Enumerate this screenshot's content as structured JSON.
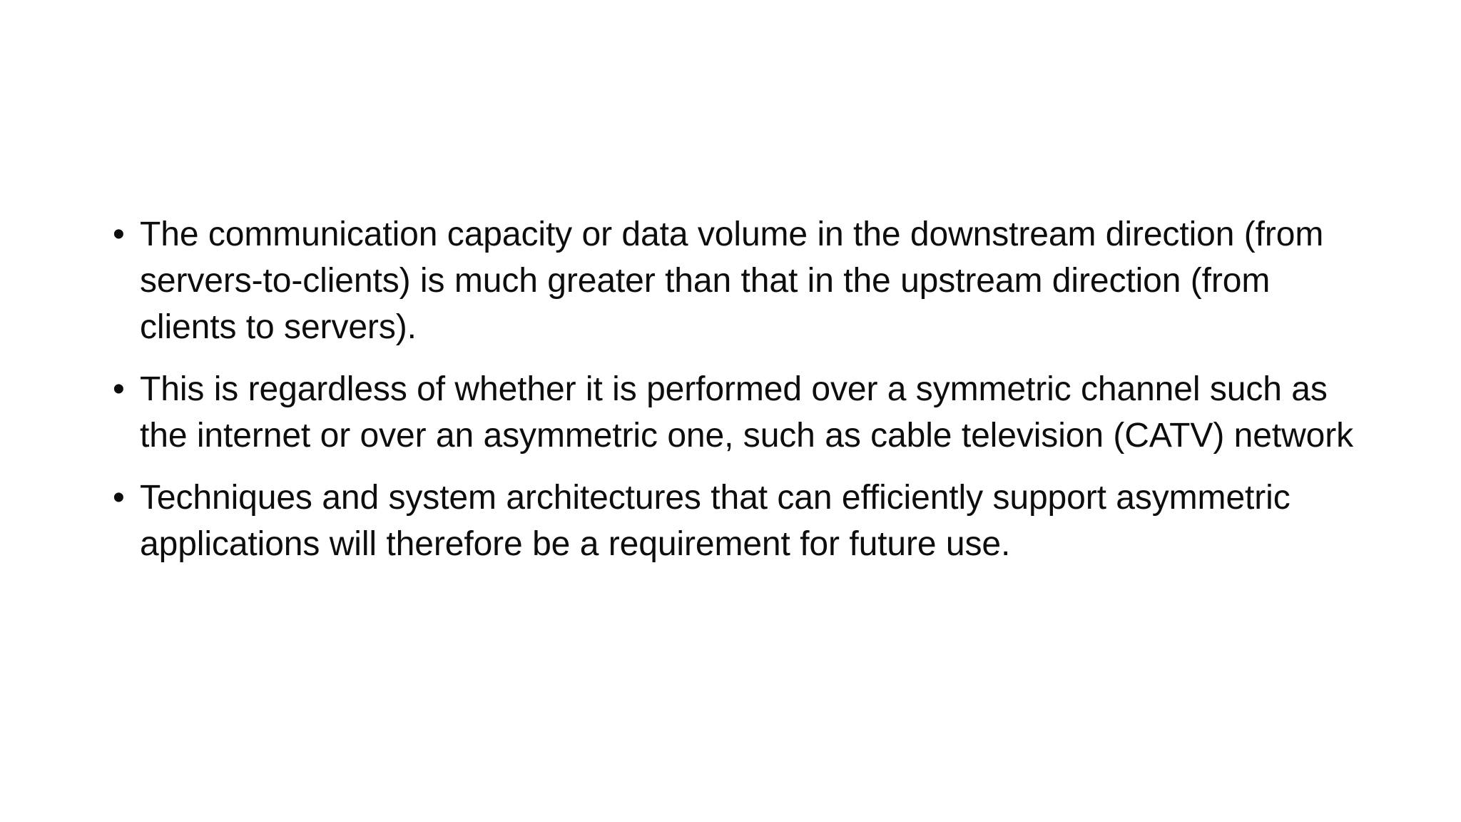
{
  "slide": {
    "background_color": "#ffffff",
    "text_color": "#0d0d0d",
    "bullet_glyph": "•",
    "body": {
      "bullets": [
        {
          "text": "The communication capacity or data volume in the downstream direction (from servers-to-clients) is much greater than that in the upstream direction (from clients to servers)."
        },
        {
          "text": "This is regardless of whether it is performed over a symmetric channel such as the internet or over an asymmetric one, such as cable television (CATV) network"
        },
        {
          "text": "Techniques and system architectures that can efficiently support asymmetric applications will therefore be a requirement for future use."
        }
      ]
    }
  }
}
